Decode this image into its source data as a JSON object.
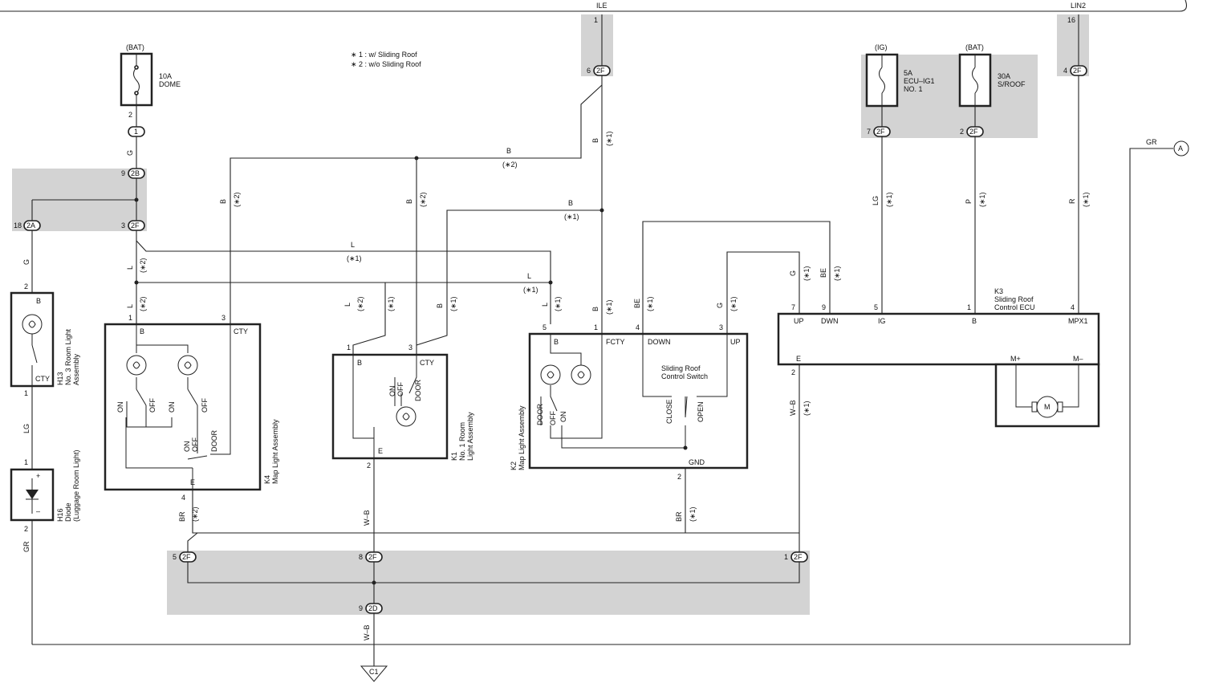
{
  "header": {
    "ile": "ILE",
    "lin2": "LIN2"
  },
  "notes": [
    "∗ 1 : w/ Sliding Roof",
    "∗ 2 : w/o Sliding Roof"
  ],
  "fuses": {
    "dome": {
      "source": "(BAT)",
      "rating": "10A",
      "name": "DOME"
    },
    "ecu_ig1": {
      "source": "(IG)",
      "rating": "5A",
      "name": "ECU–IG1",
      "name2": "NO. 1"
    },
    "sroof": {
      "source": "(BAT)",
      "rating": "30A",
      "name": "S/ROOF"
    }
  },
  "connectors": {
    "c1": "1",
    "c2B": "2B",
    "c2A": "2A",
    "c2F": "2F",
    "c2D": "2D"
  },
  "pins": {
    "ile_top": "1",
    "ile_2f": "6",
    "lin2_top": "16",
    "lin2_2f": "4",
    "dome_out": "2",
    "ig_2f": "7",
    "sroof_2f": "2",
    "c2b": "9",
    "c2a": "18",
    "c2f_left": "3",
    "h13_top": "2",
    "h13_bot": "1",
    "h16_top": "1",
    "h16_bot": "2",
    "k4_b": "1",
    "k4_cty": "3",
    "k4_e": "4",
    "k1_b": "1",
    "k1_cty": "3",
    "k1_e": "2",
    "k2_b": "5",
    "k2_fcty": "1",
    "k2_down": "4",
    "k2_up": "3",
    "k2_gnd": "2",
    "k3_up": "7",
    "k3_dwn": "9",
    "k3_ig": "5",
    "k3_b": "1",
    "k3_mpx": "4",
    "k3_e": "2",
    "bot_5": "5",
    "bot_8": "8",
    "bot_1": "1",
    "bot_9": "9"
  },
  "wires": {
    "G": "G",
    "L": "L",
    "B": "B",
    "LG": "LG",
    "GR": "GR",
    "BR": "BR",
    "WB": "W–B",
    "P": "P",
    "R": "R",
    "BE": "BE"
  },
  "marks": {
    "s1": "(∗1)",
    "s2": "(∗2)"
  },
  "components": {
    "h13": {
      "code": "H13",
      "name": "No. 3 Room Light",
      "name2": "Assembly",
      "pin_b": "B",
      "pin_cty": "CTY"
    },
    "h16": {
      "code": "H16",
      "name": "Diode",
      "name2": "(Luggage Room Light)",
      "plus": "+",
      "minus": "–"
    },
    "k4": {
      "code": "K4",
      "name": "Map Light Assembly",
      "pin_b": "B",
      "pin_cty": "CTY",
      "pin_e": "E",
      "on": "ON",
      "off": "OFF",
      "door": "DOOR"
    },
    "k1": {
      "code": "K1",
      "name": "No. 1 Room",
      "name2": "Light Assembly",
      "pin_b": "B",
      "pin_cty": "CTY",
      "pin_e": "E",
      "on": "ON",
      "off": "OFF",
      "door": "DOOR"
    },
    "k2": {
      "code": "K2",
      "name": "Map Light Assembly",
      "pin_b": "B",
      "pin_fcty": "FCTY",
      "pin_down": "DOWN",
      "pin_up": "UP",
      "pin_gnd": "GND",
      "switch": "Sliding Roof",
      "switch2": "Control Switch",
      "close": "CLOSE",
      "open": "OPEN",
      "door": "DOOR",
      "off": "OFF",
      "on": "ON"
    },
    "k3": {
      "code": "K3",
      "name": "Sliding Roof",
      "name2": "Control ECU",
      "up": "UP",
      "dwn": "DWN",
      "ig": "IG",
      "b": "B",
      "mpx": "MPX1",
      "e": "E",
      "mplus": "M+",
      "mminus": "M–",
      "motor": "M"
    }
  },
  "refs": {
    "a": "A",
    "c1": "C1"
  }
}
